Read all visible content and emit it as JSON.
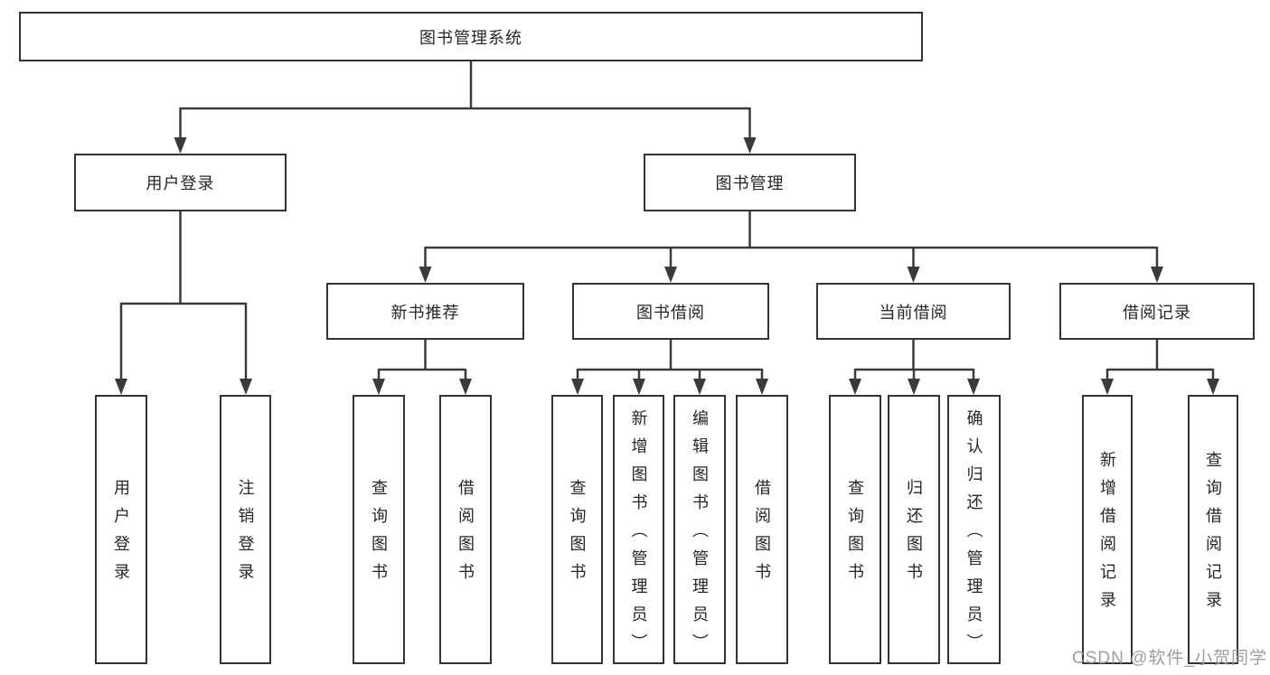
{
  "tree": {
    "root": {
      "label": "图书管理系统",
      "children": [
        {
          "label": "用户登录",
          "children": [
            {
              "label": "用户登录"
            },
            {
              "label": "注销登录"
            }
          ]
        },
        {
          "label": "图书管理",
          "children": [
            {
              "label": "新书推荐",
              "children": [
                {
                  "label": "查询图书"
                },
                {
                  "label": "借阅图书"
                }
              ]
            },
            {
              "label": "图书借阅",
              "children": [
                {
                  "label": "查询图书"
                },
                {
                  "label": "新增图书（管理员）"
                },
                {
                  "label": "编辑图书（管理员）"
                },
                {
                  "label": "借阅图书"
                }
              ]
            },
            {
              "label": "当前借阅",
              "children": [
                {
                  "label": "查询图书"
                },
                {
                  "label": "归还图书"
                },
                {
                  "label": "确认归还（管理员）"
                }
              ]
            },
            {
              "label": "借阅记录",
              "children": [
                {
                  "label": "新增借阅记录"
                },
                {
                  "label": "查询借阅记录"
                }
              ]
            }
          ]
        }
      ]
    }
  },
  "colors": {
    "line": "#3a3a3a",
    "border": "#333333",
    "text": "#262626",
    "watermark_text": "#9e9e9e",
    "background": "#ffffff"
  },
  "watermark": {
    "text": "CSDN @软件_小贺同学"
  }
}
